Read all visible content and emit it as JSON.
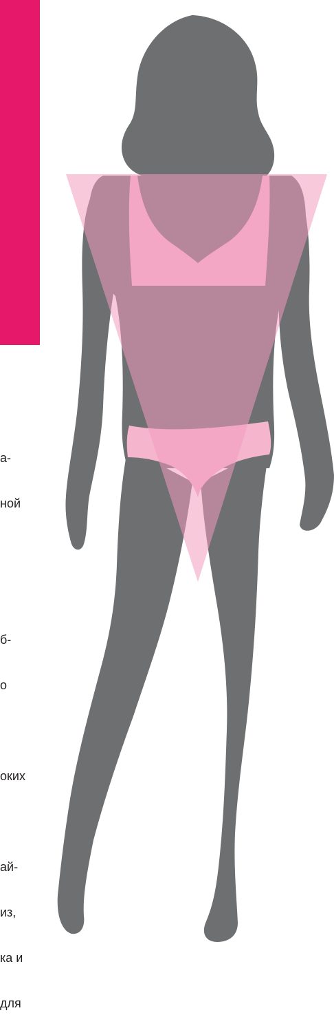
{
  "panel": {
    "accent_color": "#e6186a"
  },
  "figure": {
    "silhouette_color": "#6e6f71",
    "underwear_color": "#f5b5cc",
    "triangle_color": "#f29bbd",
    "shape": "inverted-triangle"
  },
  "body_text": {
    "lines": [
      "а-",
      "ной",
      "",
      "",
      "б-",
      "о",
      "",
      "оких",
      "",
      "ай-",
      "из,",
      "ка и",
      "для"
    ]
  }
}
